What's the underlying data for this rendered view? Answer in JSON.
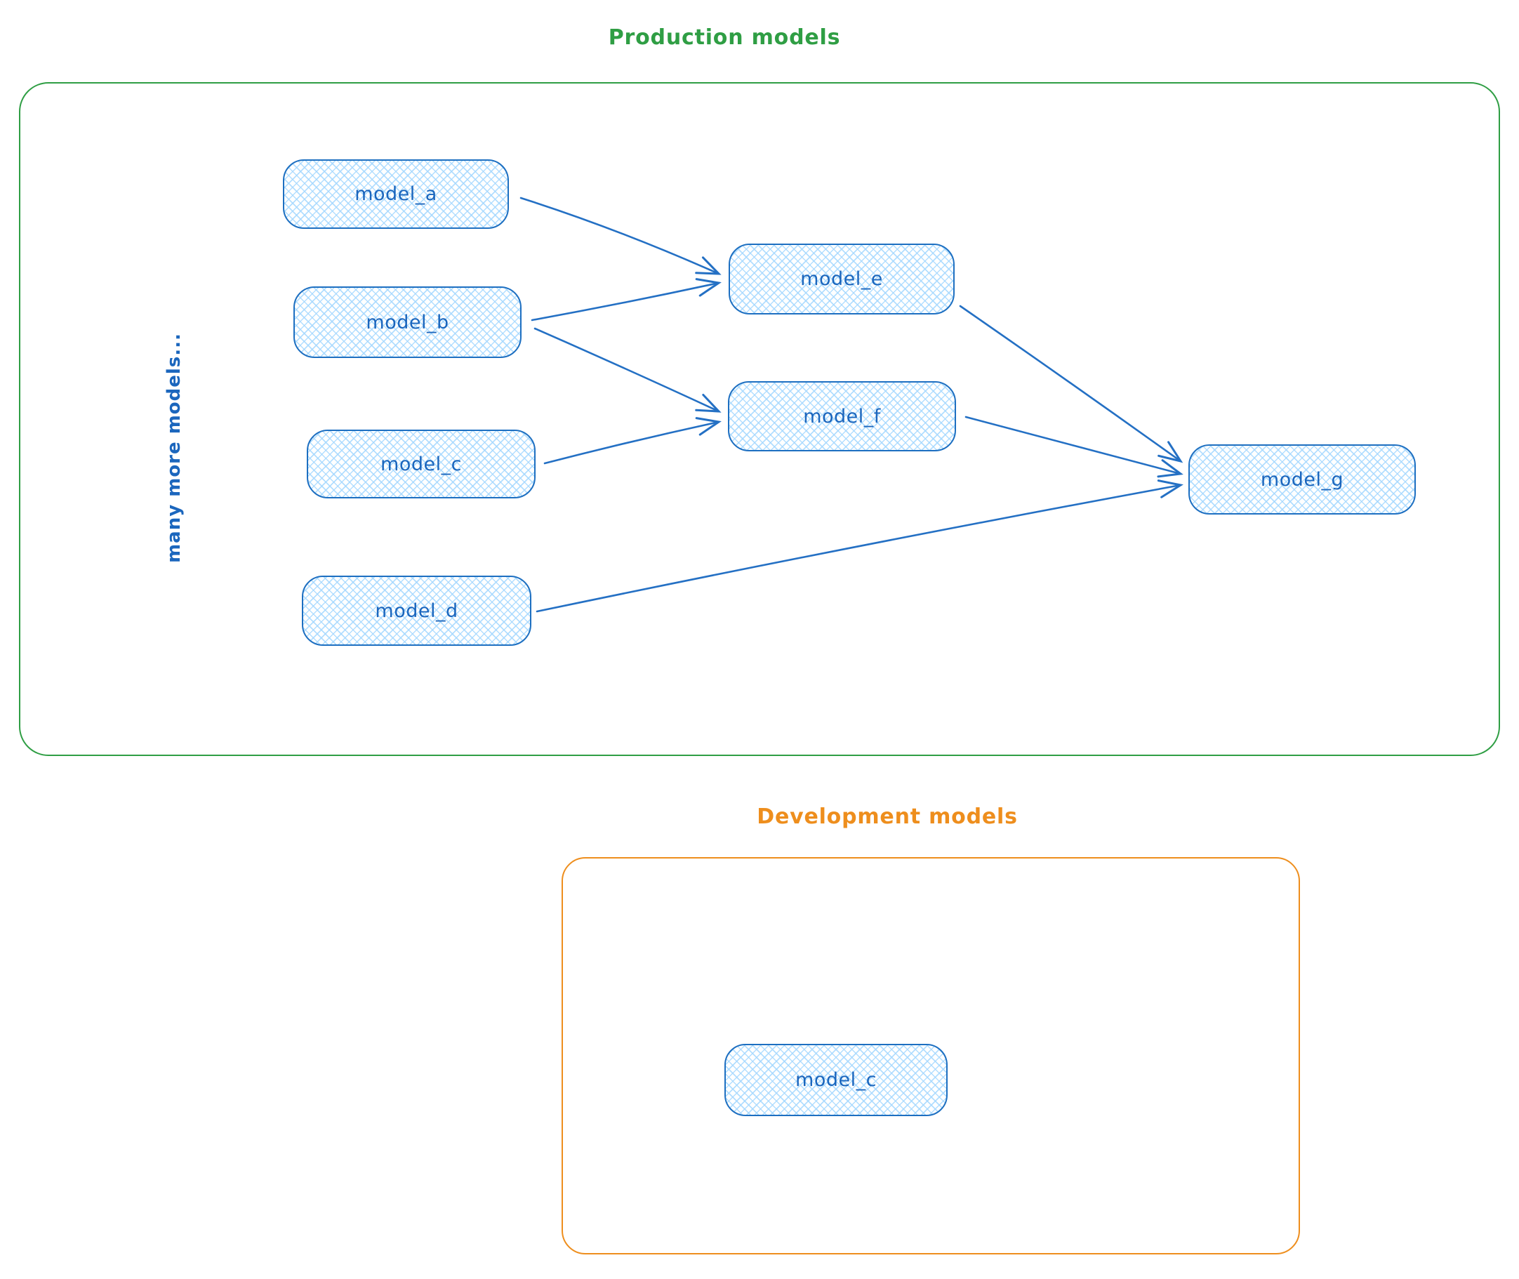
{
  "colors": {
    "node_stroke": "#1d6fc1",
    "node_fill": "#a5d8ff",
    "node_text": "#1b66bd",
    "edge_stroke": "#2470c4",
    "production_accent": "#2f9e44",
    "development_accent": "#ee8e1d"
  },
  "production": {
    "title": "Production models",
    "side_note": "many more models...",
    "nodes": [
      {
        "id": "model_a",
        "label": "model_a"
      },
      {
        "id": "model_b",
        "label": "model_b"
      },
      {
        "id": "model_c",
        "label": "model_c"
      },
      {
        "id": "model_d",
        "label": "model_d"
      },
      {
        "id": "model_e",
        "label": "model_e"
      },
      {
        "id": "model_f",
        "label": "model_f"
      },
      {
        "id": "model_g",
        "label": "model_g"
      }
    ],
    "edges": [
      {
        "from": "model_a",
        "to": "model_e"
      },
      {
        "from": "model_b",
        "to": "model_e"
      },
      {
        "from": "model_b",
        "to": "model_f"
      },
      {
        "from": "model_c",
        "to": "model_f"
      },
      {
        "from": "model_e",
        "to": "model_g"
      },
      {
        "from": "model_f",
        "to": "model_g"
      },
      {
        "from": "model_d",
        "to": "model_g"
      }
    ]
  },
  "development": {
    "title": "Development models",
    "nodes": [
      {
        "id": "model_c_dev",
        "label": "model_c"
      }
    ]
  }
}
